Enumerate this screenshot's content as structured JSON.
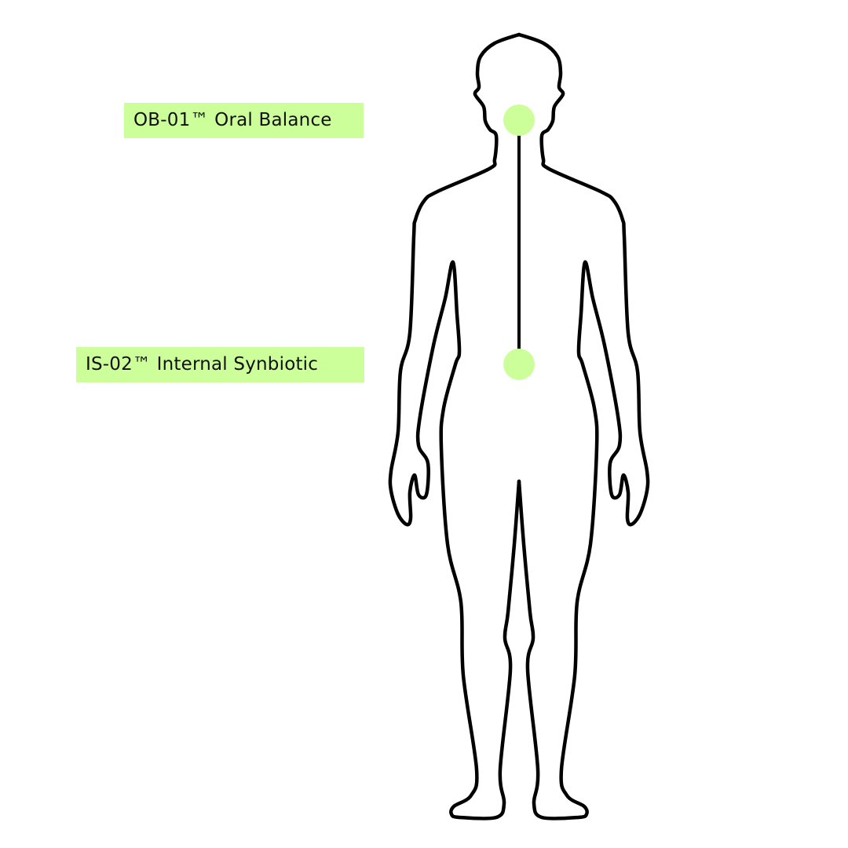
{
  "labels": [
    {
      "text": "OB-01™ Oral Balance",
      "location": "mouth"
    },
    {
      "text": "IS-02™ Internal Synbiotic",
      "location": "gut"
    }
  ],
  "colors": {
    "highlight": "#ccff99",
    "outline": "#000000",
    "background": "#ffffff"
  }
}
